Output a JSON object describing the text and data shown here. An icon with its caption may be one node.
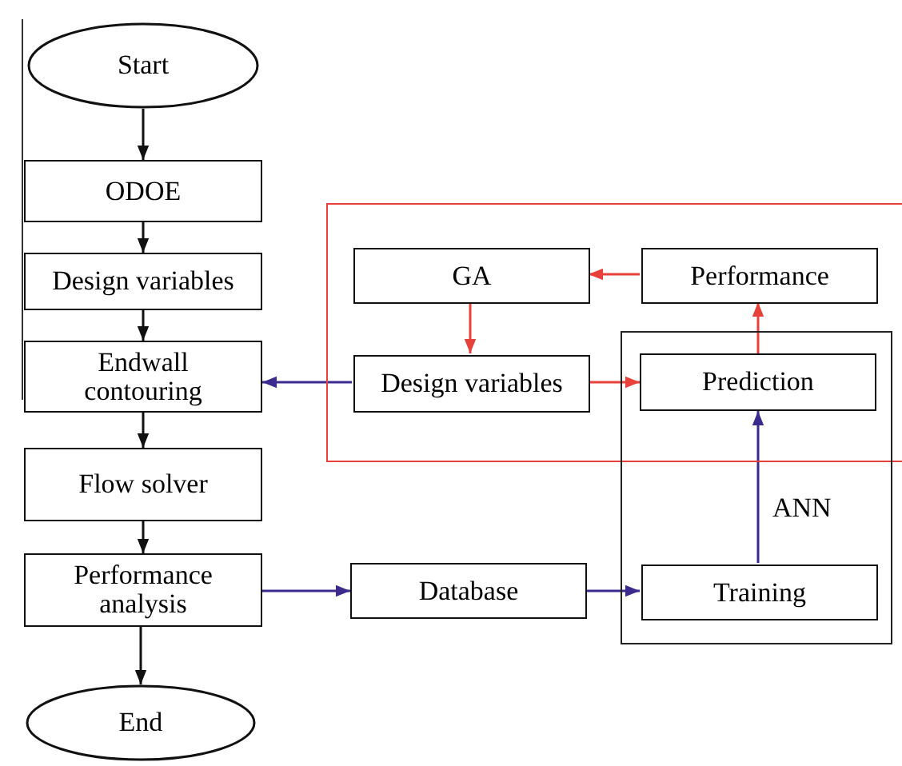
{
  "diagram": {
    "nodes": [
      {
        "text": [
          "Start"
        ]
      },
      {
        "text": [
          "ODOE"
        ]
      },
      {
        "text": [
          "Design variables"
        ]
      },
      {
        "text": [
          "Endwall contouring"
        ]
      },
      {
        "text": [
          "Flow solver"
        ]
      },
      {
        "text": [
          "Performance analysis"
        ]
      },
      {
        "text": [
          "End"
        ]
      },
      {
        "text": [],
        "shape": "box"
      },
      {
        "text": [
          "GA"
        ],
        "in": 7
      },
      {
        "text": [
          "Performance"
        ],
        "in": 7
      },
      {
        "text": [
          "Design variables"
        ],
        "in": 7
      },
      {
        "text": [],
        "shape": "box"
      },
      {
        "text": [
          "Prediction"
        ]
      },
      {
        "text": [
          "Database"
        ]
      },
      {
        "text": [
          "Training"
        ],
        "in": 11
      }
    ],
    "edges": [
      {
        "from": 0,
        "to": 1,
        "arrow": "to"
      },
      {
        "from": 1,
        "to": 2,
        "arrow": "to"
      },
      {
        "from": 2,
        "to": 3,
        "arrow": "to"
      },
      {
        "from": 3,
        "to": 4,
        "arrow": "to"
      },
      {
        "from": 4,
        "to": 5,
        "arrow": "to"
      },
      {
        "from": 5,
        "to": 6,
        "arrow": "to"
      },
      {
        "from": 9,
        "to": 8,
        "arrow": "to",
        "color": "#e8403a"
      },
      {
        "from": 8,
        "to": 10,
        "arrow": "to",
        "color": "#e8403a"
      },
      {
        "from": 10,
        "to": 12,
        "arrow": "to",
        "color": "#e8403a"
      },
      {
        "from": 12,
        "to": 9,
        "arrow": "to",
        "color": "#e8403a"
      },
      {
        "from": 10,
        "to": 3,
        "arrow": "to",
        "color": "#3d2a8f"
      },
      {
        "from": 5,
        "to": 13,
        "arrow": "to",
        "color": "#3d2a8f"
      },
      {
        "from": 13,
        "to": 14,
        "arrow": "to",
        "color": "#3d2a8f"
      },
      {
        "from": 14,
        "to": 12,
        "arrow": "to",
        "label": "ANN",
        "color": "#3d2a8f"
      }
    ]
  }
}
